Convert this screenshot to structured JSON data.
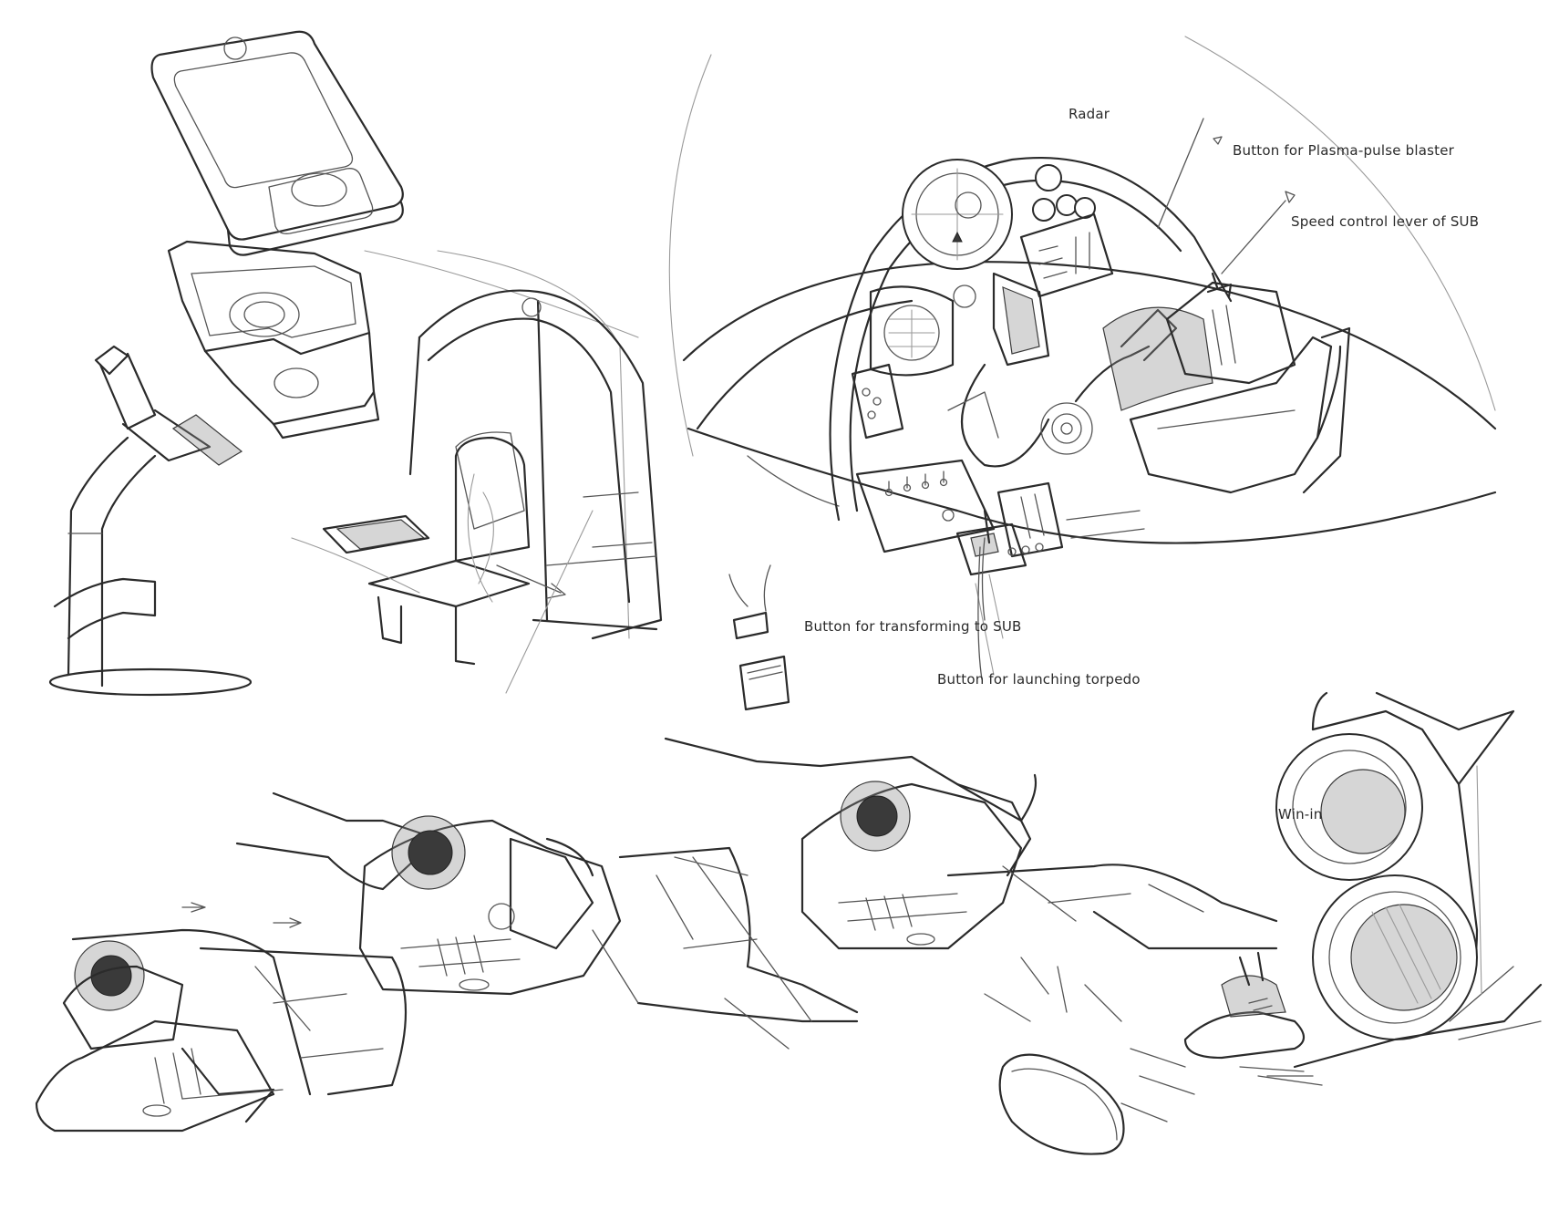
{
  "labels": {
    "radar": "Radar",
    "plasma_button": "Button for Plasma-pulse blaster",
    "speed_lever": "Speed control lever of SUB",
    "transform_button": "Button for transforming to SUB",
    "torpedo_button": "Button for launching torpedo",
    "win_in": "Win-in"
  },
  "colors": {
    "ink": "#2b2b2b",
    "shade": "#8a8a8a",
    "paper": "#ffffff"
  }
}
